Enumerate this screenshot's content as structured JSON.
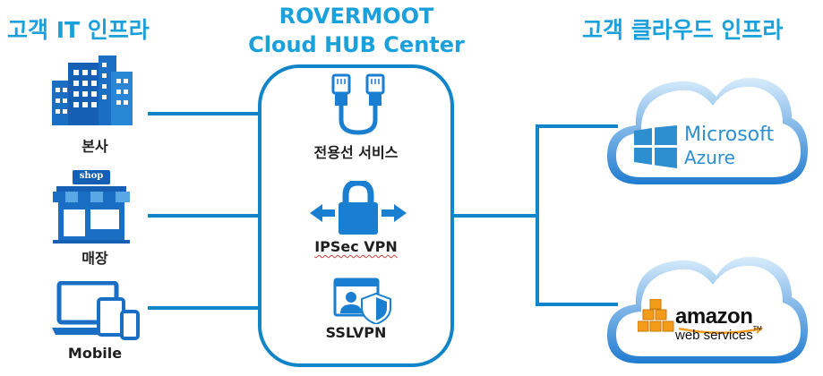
{
  "left": {
    "heading": "고객 IT 인프라",
    "items": [
      {
        "label": "본사",
        "icon": "office-building-icon"
      },
      {
        "label": "매장",
        "icon": "shop-icon"
      },
      {
        "label": "Mobile",
        "icon": "devices-icon"
      }
    ],
    "shop_sign": "shop"
  },
  "hub": {
    "title_line1": "ROVERMOOT",
    "title_line2": "Cloud HUB Center",
    "services": [
      {
        "label": "전용선 서비스",
        "icon": "ethernet-cable-icon"
      },
      {
        "label": "IPSec VPN",
        "icon": "padlock-arrows-icon"
      },
      {
        "label": "SSLVPN",
        "icon": "user-shield-icon"
      }
    ]
  },
  "right": {
    "heading": "고객 클라우드 인프라",
    "clouds": [
      {
        "line1": "Microsoft",
        "line2": "Azure",
        "icon": "windows-logo-icon"
      },
      {
        "line1": "amazon",
        "line2": "web services",
        "tm": "TM",
        "icon": "aws-cubes-icon"
      }
    ]
  },
  "colors": {
    "accent": "#1aa0da",
    "line": "#1185c8",
    "icon_blue": "#1a6fc4",
    "cloud_fill": "#ffffff",
    "cloud_edge": "#1a7fd0",
    "aws_orange": "#f39c1a"
  }
}
